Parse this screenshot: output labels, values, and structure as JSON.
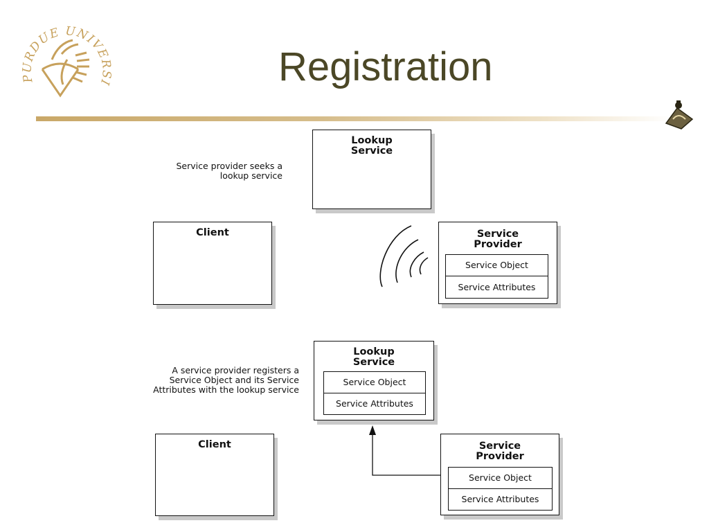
{
  "slide": {
    "title": "Registration"
  },
  "top": {
    "caption": [
      "Service provider seeks a",
      "lookup service"
    ],
    "lookup": {
      "title_lines": [
        "Lookup",
        "Service"
      ]
    },
    "client": {
      "title": "Client"
    },
    "provider": {
      "title_lines": [
        "Service",
        "Provider"
      ],
      "object_label": "Service  Object",
      "attributes_label": "Service  Attributes"
    }
  },
  "bottom": {
    "caption": [
      "A service provider registers a",
      "Service Object and its  Service",
      "Attributes with the lookup  service"
    ],
    "lookup": {
      "title_lines": [
        "Lookup",
        "Service"
      ],
      "object_label": "Service  Object",
      "attributes_label": "Service  Attributes"
    },
    "client": {
      "title": "Client"
    },
    "provider": {
      "title_lines": [
        "Service",
        "Provider"
      ],
      "object_label": "Service  Object",
      "attributes_label": "Service  Attributes"
    }
  },
  "logos": {
    "university_seal": "purdue-university-seal",
    "corner": "purdue-corner-logo",
    "seal_text": "PURDUE UNIVERSITY"
  },
  "colors": {
    "title": "#4b4726",
    "rule": "#c9a868",
    "seal": "#c7a15c"
  }
}
